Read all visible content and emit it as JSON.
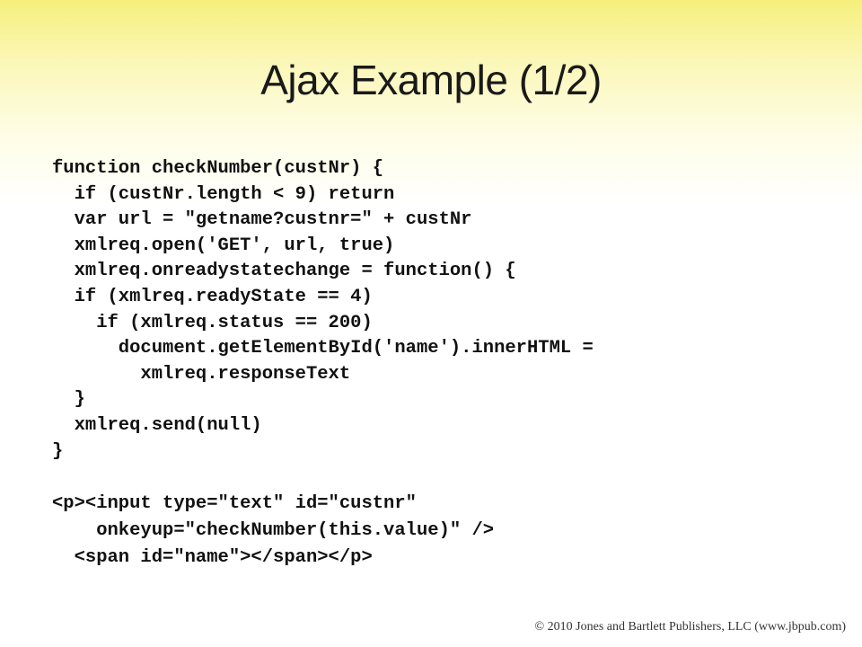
{
  "slide": {
    "title": "Ajax Example (1/2)",
    "code_lines": [
      "function checkNumber(custNr) {",
      "  if (custNr.length < 9) return",
      "  var url = \"getname?custnr=\" + custNr",
      "  xmlreq.open('GET', url, true)",
      "  xmlreq.onreadystatechange = function() {",
      "  if (xmlreq.readyState == 4)",
      "    if (xmlreq.status == 200)",
      "      document.getElementById('name').innerHTML =",
      "        xmlreq.responseText",
      "  }",
      "  xmlreq.send(null)",
      "}"
    ],
    "html_lines": [
      "<p><input type=\"text\" id=\"custnr\"",
      "    onkeyup=\"checkNumber(this.value)\" />",
      "  <span id=\"name\"></span></p>"
    ],
    "copyright": "© 2010 Jones and Bartlett Publishers, LLC (www.jbpub.com)"
  }
}
